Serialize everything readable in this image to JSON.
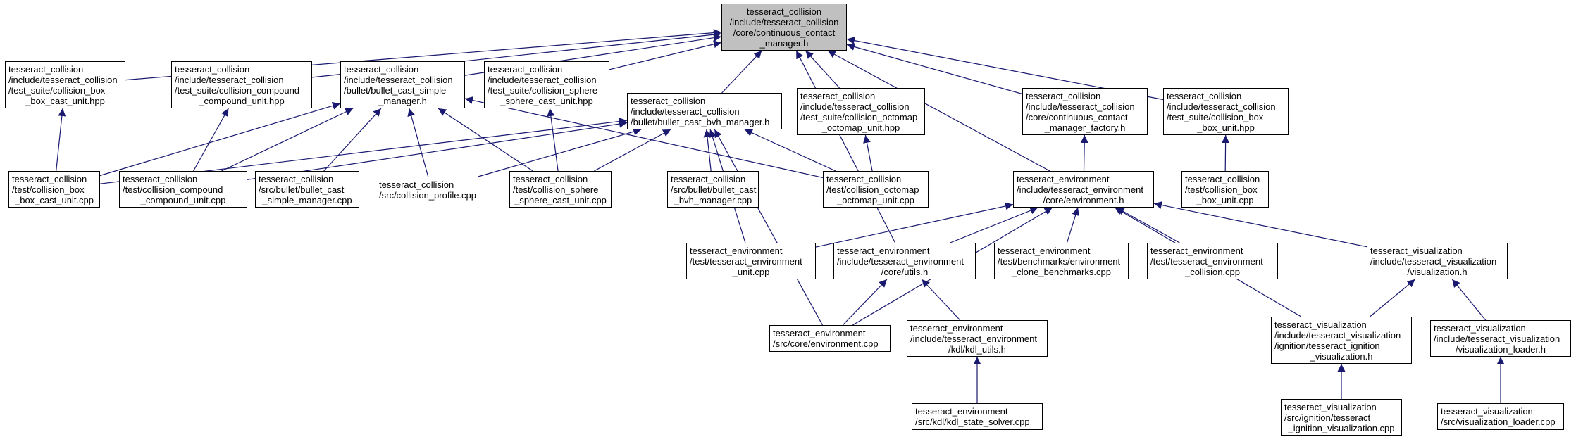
{
  "colors": {
    "edge": "#191970",
    "root_fill": "#c0c0c0",
    "node_fill": "#ffffff",
    "node_border": "#000000"
  },
  "nodes": {
    "root": {
      "lines": [
        "tesseract_collision",
        "/include/tesseract_collision",
        "/core/continuous_contact",
        "_manager.h"
      ]
    },
    "box_box_cast_hpp": {
      "lines": [
        "tesseract_collision",
        "/include/tesseract_collision",
        "/test_suite/collision_box",
        "_box_cast_unit.hpp"
      ]
    },
    "compound_hpp": {
      "lines": [
        "tesseract_collision",
        "/include/tesseract_collision",
        "/test_suite/collision_compound",
        "_compound_unit.hpp"
      ]
    },
    "bullet_simple_h": {
      "lines": [
        "tesseract_collision",
        "/include/tesseract_collision",
        "/bullet/bullet_cast_simple",
        "_manager.h"
      ]
    },
    "sphere_cast_hpp": {
      "lines": [
        "tesseract_collision",
        "/include/tesseract_collision",
        "/test_suite/collision_sphere",
        "_sphere_cast_unit.hpp"
      ]
    },
    "bullet_bvh_h": {
      "lines": [
        "tesseract_collision",
        "/include/tesseract_collision",
        "/bullet/bullet_cast_bvh_manager.h"
      ]
    },
    "octomap_hpp": {
      "lines": [
        "tesseract_collision",
        "/include/tesseract_collision",
        "/test_suite/collision_octomap",
        "_octomap_unit.hpp"
      ]
    },
    "factory_h": {
      "lines": [
        "tesseract_collision",
        "/include/tesseract_collision",
        "/core/continuous_contact",
        "_manager_factory.h"
      ]
    },
    "box_box_hpp": {
      "lines": [
        "tesseract_collision",
        "/include/tesseract_collision",
        "/test_suite/collision_box",
        "_box_unit.hpp"
      ]
    },
    "box_box_cast_cpp": {
      "lines": [
        "tesseract_collision",
        "/test/collision_box",
        "_box_cast_unit.cpp"
      ]
    },
    "compound_cpp": {
      "lines": [
        "tesseract_collision",
        "/test/collision_compound",
        "_compound_unit.cpp"
      ]
    },
    "bullet_simple_cpp": {
      "lines": [
        "tesseract_collision",
        "/src/bullet/bullet_cast",
        "_simple_manager.cpp"
      ]
    },
    "profile_cpp": {
      "lines": [
        "tesseract_collision",
        "/src/collision_profile.cpp"
      ]
    },
    "sphere_cast_cpp": {
      "lines": [
        "tesseract_collision",
        "/test/collision_sphere",
        "_sphere_cast_unit.cpp"
      ]
    },
    "bullet_bvh_cpp": {
      "lines": [
        "tesseract_collision",
        "/src/bullet/bullet_cast",
        "_bvh_manager.cpp"
      ]
    },
    "octomap_cpp": {
      "lines": [
        "tesseract_collision",
        "/test/collision_octomap",
        "_octomap_unit.cpp"
      ]
    },
    "environment_h": {
      "lines": [
        "tesseract_environment",
        "/include/tesseract_environment",
        "/core/environment.h"
      ]
    },
    "box_box_cpp": {
      "lines": [
        "tesseract_collision",
        "/test/collision_box",
        "_box_unit.cpp"
      ]
    },
    "env_unit_cpp": {
      "lines": [
        "tesseract_environment",
        "/test/tesseract_environment",
        "_unit.cpp"
      ]
    },
    "utils_h": {
      "lines": [
        "tesseract_environment",
        "/include/tesseract_environment",
        "/core/utils.h"
      ]
    },
    "clone_bench_cpp": {
      "lines": [
        "tesseract_environment",
        "/test/benchmarks/environment",
        "_clone_benchmarks.cpp"
      ]
    },
    "env_collision_cpp": {
      "lines": [
        "tesseract_environment",
        "/test/tesseract_environment",
        "_collision.cpp"
      ]
    },
    "visualization_h": {
      "lines": [
        "tesseract_visualization",
        "/include/tesseract_visualization",
        "/visualization.h"
      ]
    },
    "environment_cpp": {
      "lines": [
        "tesseract_environment",
        "/src/core/environment.cpp"
      ]
    },
    "kdl_utils_h": {
      "lines": [
        "tesseract_environment",
        "/include/tesseract_environment",
        "/kdl/kdl_utils.h"
      ]
    },
    "ignition_h": {
      "lines": [
        "tesseract_visualization",
        "/include/tesseract_visualization",
        "/ignition/tesseract_ignition",
        "_visualization.h"
      ]
    },
    "vis_loader_h": {
      "lines": [
        "tesseract_visualization",
        "/include/tesseract_visualization",
        "/visualization_loader.h"
      ]
    },
    "kdl_solver_cpp": {
      "lines": [
        "tesseract_environment",
        "/src/kdl/kdl_state_solver.cpp"
      ]
    },
    "ignition_cpp": {
      "lines": [
        "tesseract_visualization",
        "/src/ignition/tesseract",
        "_ignition_visualization.cpp"
      ]
    },
    "vis_loader_cpp": {
      "lines": [
        "tesseract_visualization",
        "/src/visualization_loader.cpp"
      ]
    }
  },
  "edges": [
    [
      "box_box_cast_hpp",
      "root"
    ],
    [
      "compound_hpp",
      "root"
    ],
    [
      "bullet_simple_h",
      "root"
    ],
    [
      "sphere_cast_hpp",
      "root"
    ],
    [
      "bullet_bvh_h",
      "root"
    ],
    [
      "octomap_hpp",
      "root"
    ],
    [
      "factory_h",
      "root"
    ],
    [
      "box_box_hpp",
      "root"
    ],
    [
      "environment_h",
      "root"
    ],
    [
      "utils_h",
      "root"
    ],
    [
      "box_box_cast_cpp",
      "box_box_cast_hpp"
    ],
    [
      "compound_cpp",
      "compound_hpp"
    ],
    [
      "box_box_cast_cpp",
      "bullet_simple_h"
    ],
    [
      "compound_cpp",
      "bullet_simple_h"
    ],
    [
      "bullet_simple_cpp",
      "bullet_simple_h"
    ],
    [
      "profile_cpp",
      "bullet_simple_h"
    ],
    [
      "sphere_cast_cpp",
      "bullet_simple_h"
    ],
    [
      "octomap_cpp",
      "bullet_simple_h"
    ],
    [
      "sphere_cast_cpp",
      "sphere_cast_hpp"
    ],
    [
      "box_box_cast_cpp",
      "bullet_bvh_h"
    ],
    [
      "compound_cpp",
      "bullet_bvh_h"
    ],
    [
      "profile_cpp",
      "bullet_bvh_h"
    ],
    [
      "sphere_cast_cpp",
      "bullet_bvh_h"
    ],
    [
      "bullet_bvh_cpp",
      "bullet_bvh_h"
    ],
    [
      "octomap_cpp",
      "bullet_bvh_h"
    ],
    [
      "env_unit_cpp",
      "bullet_bvh_h"
    ],
    [
      "environment_cpp",
      "bullet_bvh_h"
    ],
    [
      "octomap_cpp",
      "octomap_hpp"
    ],
    [
      "environment_h",
      "factory_h"
    ],
    [
      "box_box_cpp",
      "box_box_hpp"
    ],
    [
      "env_unit_cpp",
      "environment_h"
    ],
    [
      "utils_h",
      "environment_h"
    ],
    [
      "clone_bench_cpp",
      "environment_h"
    ],
    [
      "env_collision_cpp",
      "environment_h"
    ],
    [
      "visualization_h",
      "environment_h"
    ],
    [
      "environment_cpp",
      "environment_h"
    ],
    [
      "ignition_h",
      "environment_h"
    ],
    [
      "environment_cpp",
      "utils_h"
    ],
    [
      "kdl_utils_h",
      "utils_h"
    ],
    [
      "ignition_h",
      "visualization_h"
    ],
    [
      "vis_loader_h",
      "visualization_h"
    ],
    [
      "kdl_solver_cpp",
      "kdl_utils_h"
    ],
    [
      "ignition_cpp",
      "ignition_h"
    ],
    [
      "vis_loader_cpp",
      "vis_loader_h"
    ]
  ]
}
